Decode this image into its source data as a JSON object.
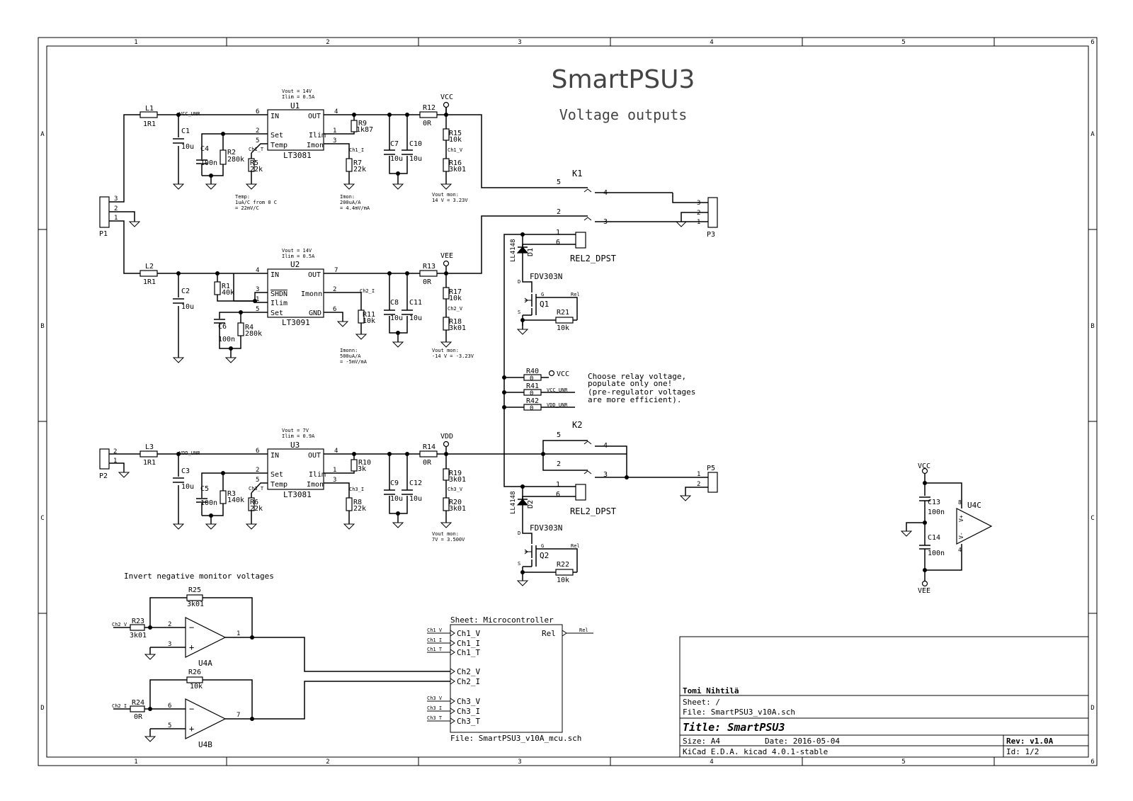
{
  "title": {
    "main": "SmartPSU3",
    "sub": "Voltage outputs"
  },
  "frame": {
    "cols": [
      "1",
      "2",
      "3",
      "4",
      "5",
      "6"
    ],
    "rows": [
      "A",
      "B",
      "C",
      "D"
    ]
  },
  "u1": {
    "ref": "U1",
    "part": "LT3081",
    "note1": "Vout = 14V",
    "note2": "Ilim = 0.5A",
    "pins": {
      "in": "IN",
      "out": "OUT",
      "set": "Set",
      "temp": "Temp",
      "ilim": "Ilim",
      "imon": "Imon"
    },
    "nums": {
      "in": "6",
      "out": "4",
      "set": "2",
      "temp": "5",
      "ilim": "1",
      "imon": "3"
    }
  },
  "u2": {
    "ref": "U2",
    "part": "LT3091",
    "note1": "Vout = 14V",
    "note2": "Ilim = 0.5A",
    "pins": {
      "in": "IN",
      "out": "OUT",
      "shdn": "SHDN",
      "ilim": "Ilim",
      "set": "Set",
      "imonn": "Imonn",
      "gnd": "GND"
    },
    "nums": {
      "in": "4",
      "out": "7",
      "shdn": "3",
      "ilim": "1",
      "set": "5",
      "imonn": "2",
      "gnd": "6"
    }
  },
  "u3": {
    "ref": "U3",
    "part": "LT3081",
    "note1": "Vout = 7V",
    "note2": "Ilim = 0.9A",
    "pins": {
      "in": "IN",
      "out": "OUT",
      "set": "Set",
      "temp": "Temp",
      "ilim": "Ilim",
      "imon": "Imon"
    },
    "nums": {
      "in": "6",
      "out": "4",
      "set": "2",
      "temp": "5",
      "ilim": "1",
      "imon": "3"
    }
  },
  "parts": {
    "L1": {
      "ref": "L1",
      "val": "1R1"
    },
    "L2": {
      "ref": "L2",
      "val": "1R1"
    },
    "L3": {
      "ref": "L3",
      "val": "1R1"
    },
    "C1": {
      "ref": "C1",
      "val": "10u"
    },
    "C2": {
      "ref": "C2",
      "val": "10u"
    },
    "C3": {
      "ref": "C3",
      "val": "10u"
    },
    "C4": {
      "ref": "C4",
      "val": "100n"
    },
    "C5": {
      "ref": "C5",
      "val": "100n"
    },
    "C6": {
      "ref": "C6",
      "val": "100n"
    },
    "C7": {
      "ref": "C7",
      "val": "10u"
    },
    "C8": {
      "ref": "C8",
      "val": "10u"
    },
    "C9": {
      "ref": "C9",
      "val": "10u"
    },
    "C10": {
      "ref": "C10",
      "val": "10u"
    },
    "C11": {
      "ref": "C11",
      "val": "10u"
    },
    "C12": {
      "ref": "C12",
      "val": "10u"
    },
    "C13": {
      "ref": "C13",
      "val": "100n"
    },
    "C14": {
      "ref": "C14",
      "val": "100n"
    },
    "R1": {
      "ref": "R1",
      "val": "40k"
    },
    "R2": {
      "ref": "R2",
      "val": "280k"
    },
    "R3": {
      "ref": "R3",
      "val": "140k"
    },
    "R4": {
      "ref": "R4",
      "val": "280k"
    },
    "R5": {
      "ref": "R5",
      "val": "22k"
    },
    "R6": {
      "ref": "R6",
      "val": "22k"
    },
    "R7": {
      "ref": "R7",
      "val": "22k"
    },
    "R8": {
      "ref": "R8",
      "val": "22k"
    },
    "R9": {
      "ref": "R9",
      "val": "1k87"
    },
    "R10": {
      "ref": "R10",
      "val": "3k"
    },
    "R11": {
      "ref": "R11",
      "val": "10k"
    },
    "R12": {
      "ref": "R12",
      "val": "0R"
    },
    "R13": {
      "ref": "R13",
      "val": "0R"
    },
    "R14": {
      "ref": "R14",
      "val": "0R"
    },
    "R15": {
      "ref": "R15",
      "val": "10k"
    },
    "R16": {
      "ref": "R16",
      "val": "3k01"
    },
    "R17": {
      "ref": "R17",
      "val": "10k"
    },
    "R18": {
      "ref": "R18",
      "val": "3k01"
    },
    "R19": {
      "ref": "R19",
      "val": "3k01"
    },
    "R20": {
      "ref": "R20",
      "val": "3k01"
    },
    "R21": {
      "ref": "R21",
      "val": "10k"
    },
    "R22": {
      "ref": "R22",
      "val": "10k"
    },
    "R23": {
      "ref": "R23",
      "val": "3k01"
    },
    "R24": {
      "ref": "R24",
      "val": "0R"
    },
    "R25": {
      "ref": "R25",
      "val": "3k01"
    },
    "R26": {
      "ref": "R26",
      "val": "10k"
    },
    "R40": {
      "ref": "R40",
      "val": "0"
    },
    "R41": {
      "ref": "R41",
      "val": "0"
    },
    "R42": {
      "ref": "R42",
      "val": "0"
    },
    "D1": {
      "ref": "D1",
      "val": "LL4148"
    },
    "D2": {
      "ref": "D2",
      "val": "LL4148"
    },
    "Q1": {
      "ref": "Q1",
      "val": "FDV303N"
    },
    "Q2": {
      "ref": "Q2",
      "val": "FDV303N"
    },
    "K1": {
      "ref": "K1",
      "val": "REL2_DPST"
    },
    "K2": {
      "ref": "K2",
      "val": "REL2_DPST"
    },
    "P1": {
      "ref": "P1"
    },
    "P2": {
      "ref": "P2"
    },
    "P3": {
      "ref": "P3"
    },
    "P5": {
      "ref": "P5"
    },
    "U4A": {
      "ref": "U4A"
    },
    "U4B": {
      "ref": "U4B"
    },
    "U4C": {
      "ref": "U4C"
    }
  },
  "nets": {
    "vcc": "VCC",
    "vee": "VEE",
    "vdd": "VDD",
    "vcc_unr": "VCC_UNR",
    "vdd_unr": "VDD_UNR",
    "ch1_t": "Ch1_T",
    "ch1_i": "Ch1_I",
    "ch1_v": "Ch1_V",
    "ch2_i": "Ch2_I",
    "ch2_v": "Ch2_V",
    "ch3_t": "Ch3_T",
    "ch3_i": "Ch3_I",
    "ch3_v": "Ch3_V",
    "rel": "Rel"
  },
  "notes": {
    "temp": [
      "Temp:",
      "1uA/C from 0 C",
      "= 22mV/C"
    ],
    "imon1": [
      "Imon:",
      "200uA/A",
      "= 4.4mV/mA"
    ],
    "vmon1": [
      "Vout mon:",
      "14 V = 3.23V"
    ],
    "imonn2": [
      "Imonn:",
      "500uA/A",
      "= -5mV/mA"
    ],
    "vmon2": [
      "Vout mon:",
      "-14 V = -3.23V"
    ],
    "vmon3": [
      "Vout mon:",
      "7V = 3.500V"
    ],
    "relay": [
      "Choose relay voltage,",
      "populate only one!",
      "(pre-regulator voltages",
      "are more efficient)."
    ],
    "invert": "Invert negative monitor voltages"
  },
  "pins": {
    "u4_in": "2",
    "u4_noninv": "3",
    "u4_out": "1",
    "u4b_in": "6",
    "u4b_noninv": "5",
    "u4b_out": "7",
    "u4c_vp": "8",
    "u4c_vn": "4",
    "gate": "G",
    "drain": "D",
    "source": "S",
    "vp": "V+",
    "vn": "V-",
    "one": "1",
    "two": "2",
    "three": "3",
    "four": "4",
    "five": "5",
    "six": "6"
  },
  "sheet": {
    "name": "Sheet: Microcontroller",
    "file": "File: SmartPSU3_v10A_mcu.sch",
    "ports": [
      "Ch1_V",
      "Ch1_I",
      "Ch1_T",
      "Ch2_V",
      "Ch2_I",
      "Ch3_V",
      "Ch3_I",
      "Ch3_T"
    ],
    "rel": "Rel"
  },
  "titleblock": {
    "author": "Tomi Nihtilä",
    "sheet": "Sheet: /",
    "file": "File: SmartPSU3_v10A.sch",
    "title": "Title: SmartPSU3",
    "size": "Size: A4",
    "date": "Date: 2016-05-04",
    "rev": "Rev: v1.0A",
    "tool": "KiCad E.D.A.  kicad 4.0.1-stable",
    "id": "Id: 1/2"
  }
}
